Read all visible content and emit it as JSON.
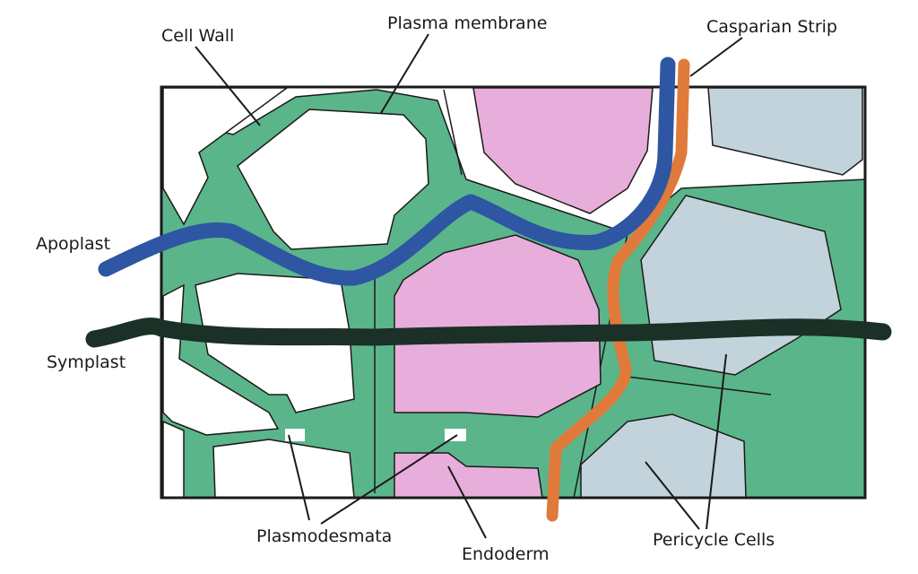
{
  "labels": {
    "cell_wall": "Cell Wall",
    "plasma_membrane": "Plasma membrane",
    "casparian_strip": "Casparian Strip",
    "apoplast": "Apoplast",
    "symplast": "Symplast",
    "plasmodesmata": "Plasmodesmata",
    "endoderm": "Endoderm",
    "pericycle_cells": "Pericycle Cells"
  },
  "colors": {
    "cell_wall": "#5bb58a",
    "endoderm_cell": "#e8aedb",
    "pericycle_cell": "#c2d3dc",
    "apoplast_path": "#2e56a3",
    "symplast_path": "#1b3026",
    "casparian_strip": "#e07a3a",
    "outline": "#1a1a1a"
  }
}
